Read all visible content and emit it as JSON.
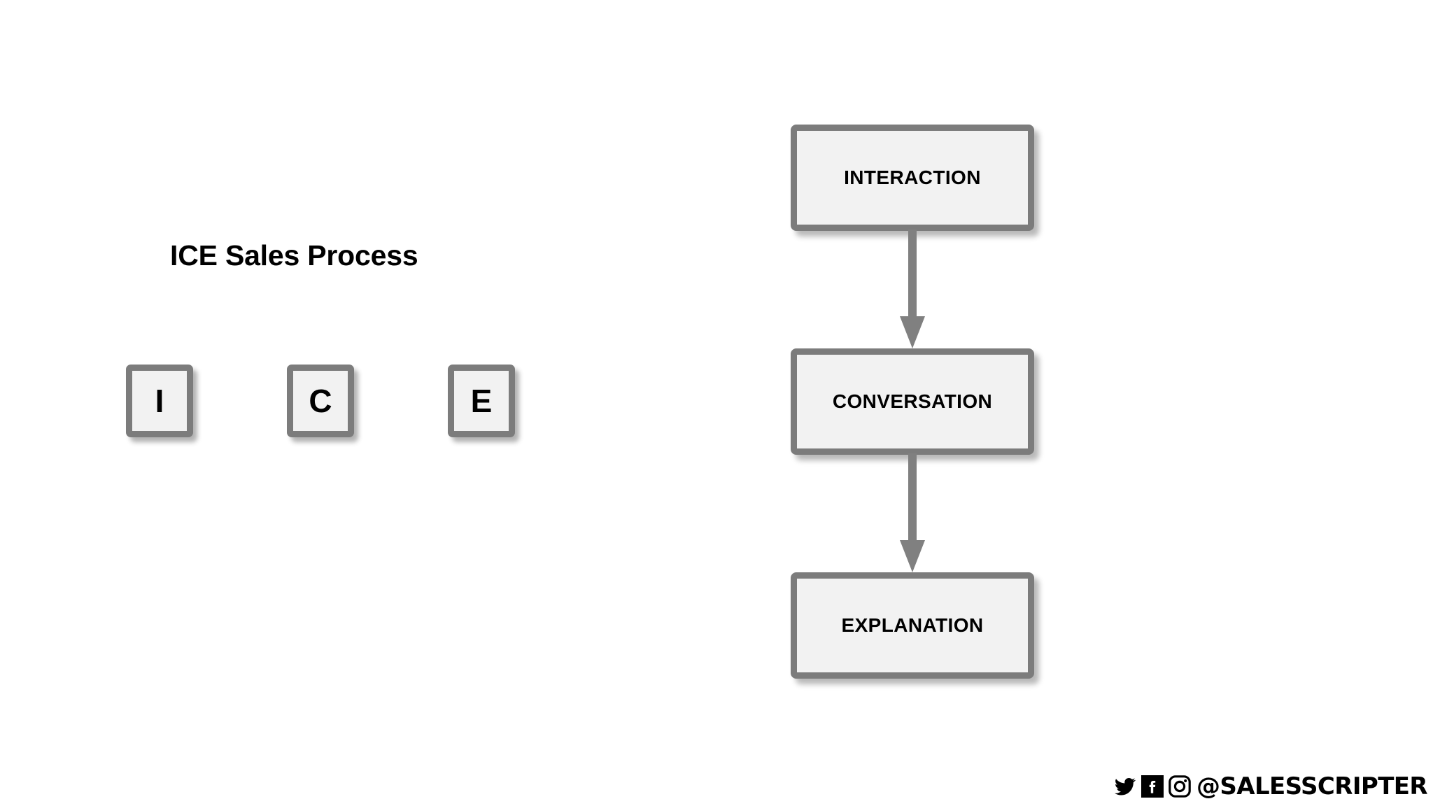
{
  "slide": {
    "title": "ICE Sales Process",
    "background_color": "#ffffff"
  },
  "theme": {
    "box_border_color": "#7c7c7c",
    "box_fill_color": "#f2f2f2",
    "arrow_color": "#808080",
    "text_color": "#000000"
  },
  "acronym": {
    "letters": [
      {
        "letter": "I",
        "stands_for": "INTERACTION"
      },
      {
        "letter": "C",
        "stands_for": "CONVERSATION"
      },
      {
        "letter": "E",
        "stands_for": "EXPLANATION"
      }
    ]
  },
  "flowchart": {
    "orientation": "vertical",
    "nodes": [
      {
        "label": "INTERACTION"
      },
      {
        "label": "CONVERSATION"
      },
      {
        "label": "EXPLANATION"
      }
    ],
    "connectors": [
      {
        "from": "INTERACTION",
        "to": "CONVERSATION",
        "style": "arrow-down"
      },
      {
        "from": "CONVERSATION",
        "to": "EXPLANATION",
        "style": "arrow-down"
      }
    ]
  },
  "watermark": {
    "handle": "@SALESSCRIPTER",
    "icons": [
      "twitter-icon",
      "facebook-icon",
      "instagram-icon"
    ]
  }
}
